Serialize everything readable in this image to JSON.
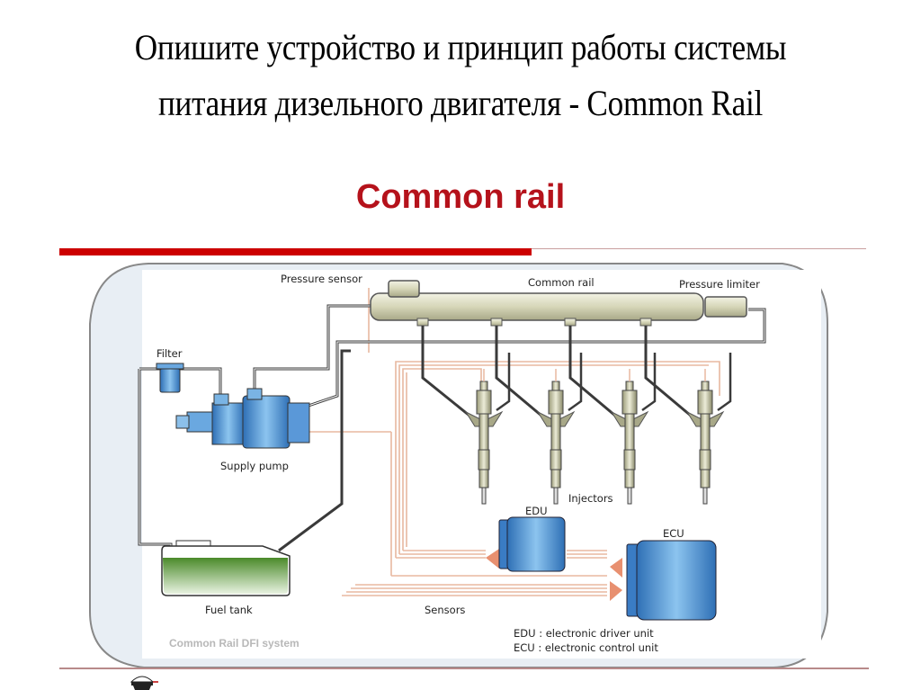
{
  "slide": {
    "title_line1": "Опишите устройство и принцип работы системы",
    "title_line2": "питания дизельного двигателя - Common Rail"
  },
  "diagram": {
    "heading": "Common rail",
    "caption": "Common Rail DFI system",
    "labels": {
      "pressure_sensor": "Pressure sensor",
      "common_rail": "Common rail",
      "pressure_limiter": "Pressure limiter",
      "filter": "Filter",
      "supply_pump": "Supply pump",
      "injectors": "Injectors",
      "edu": "EDU",
      "ecu": "ECU",
      "fuel_tank": "Fuel tank",
      "sensors": "Sensors"
    },
    "legend": [
      {
        "abbr": "EDU",
        "text": "EDU : electronic driver unit"
      },
      {
        "abbr": "ECU",
        "text": "ECU : electronic control unit"
      }
    ],
    "injector_count": 4
  },
  "colors": {
    "heading_red": "#b5121b",
    "accent_bar": "#cc0000",
    "unit_blue": "#4a90d0",
    "fuel_green": "#5a9a3a",
    "signal_wire": "#e8a888",
    "rail_beige": "#d8d8b8",
    "frame_grey": "#e6ecf2"
  }
}
